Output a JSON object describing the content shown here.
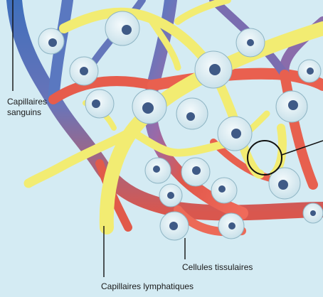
{
  "labels": {
    "blood_capillaries": "Capillaires\nsanguins",
    "tissue_cells": "Cellules tissulaires",
    "lymph_capillaries": "Capillaires lymphatiques"
  },
  "colors": {
    "background": "#d4ebf3",
    "blood_red": "#e05a45",
    "blood_blue": "#4f7fc4",
    "lymph_yellow": "#f2ec72",
    "cell_fill": "#e9f4f8",
    "nucleus": "#3f5a86"
  }
}
